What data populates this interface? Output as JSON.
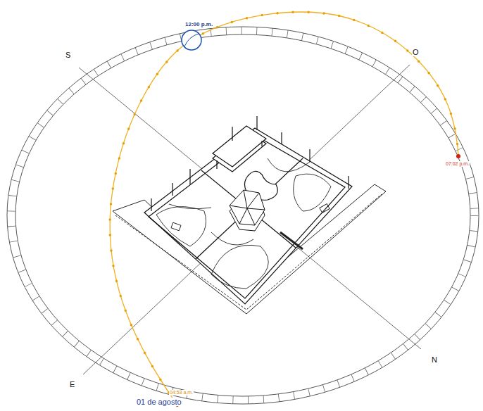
{
  "diagram": {
    "labels": [
      "12:00 p.m.",
      "S",
      "O",
      "07:02 p.m.",
      "E",
      "04:53 a.m.",
      "01 de agosto",
      "N"
    ]
  }
}
